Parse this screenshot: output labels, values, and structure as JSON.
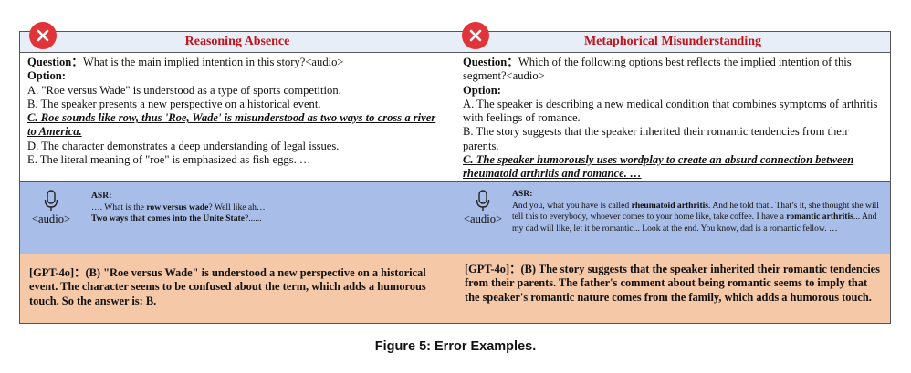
{
  "left": {
    "title": "Reasoning Absence",
    "question_label": "Question：",
    "question_text": "What is the main implied intention in this story?<audio>",
    "option_label": "Option:",
    "options": [
      "A.  \"Roe versus Wade\" is understood as a type of sports competition.",
      "B.  The speaker presents a new perspective on a historical event.",
      "C. Roe sounds like row, thus 'Roe, Wade' is misunderstood as two ways to cross a river to America.",
      "D. The character demonstrates a deep understanding of legal issues.",
      "E. The literal meaning of \"roe\" is emphasized as fish eggs. …"
    ],
    "audio_label": "<audio>",
    "asr_label": "ASR:",
    "asr_segments": [
      {
        "t": "…. What is the ",
        "b": false
      },
      {
        "t": "row versus wade",
        "b": true
      },
      {
        "t": "? Well like ah…",
        "b": false
      }
    ],
    "asr_line2": "Two ways that comes into the Unite State",
    "asr_line2_tail": "?......",
    "gpt_label": "[GPT-4o]：",
    "gpt_text": "(B) \"Roe versus Wade\" is understood a new perspective on a historical event. The character seems to be confused about the term, which adds a humorous touch. So the answer is: B."
  },
  "right": {
    "title": "Metaphorical Misunderstanding",
    "question_label": "Question：",
    "question_text": "Which of the following options best reflects the implied intention of this segment?<audio>",
    "option_label": "Option:",
    "options": [
      "A. The speaker is describing a new medical condition that combines symptoms of arthritis with feelings of romance.",
      "B. The story suggests that the speaker inherited their romantic tendencies from their parents.",
      "C. The speaker humorously uses wordplay to create an absurd connection between rheumatoid arthritis and romance. …"
    ],
    "audio_label": "<audio>",
    "asr_label": "ASR:",
    "asr_text_1": "And you, what you have is called ",
    "asr_bold_1": "rheumatoid arthritis",
    "asr_text_2": ". And he told that.. That’s it, she thought she will tell this to everybody, whoever comes to your home like, take coffee. I have a ",
    "asr_bold_2": "romantic arthritis",
    "asr_text_3": "...  And my dad will like, let it be romantic... Look at the end. You know, dad is a romantic fellow. …",
    "gpt_label": "[GPT-4o]：",
    "gpt_text": "(B) The story suggests that the speaker inherited their romantic tendencies from their parents. The father's comment about being romantic seems to imply that the speaker's romantic nature comes from the family, which adds a humorous touch."
  },
  "caption": "Figure 5: Error Examples.",
  "colors": {
    "title_red": "#c0141c",
    "badge_red": "#e0343a",
    "asr_bg": "#a8bde8",
    "gpt_bg": "#f5c8a8",
    "header_bg": "#e8eef7"
  },
  "icons": [
    "error-x-icon",
    "microphone-icon"
  ]
}
